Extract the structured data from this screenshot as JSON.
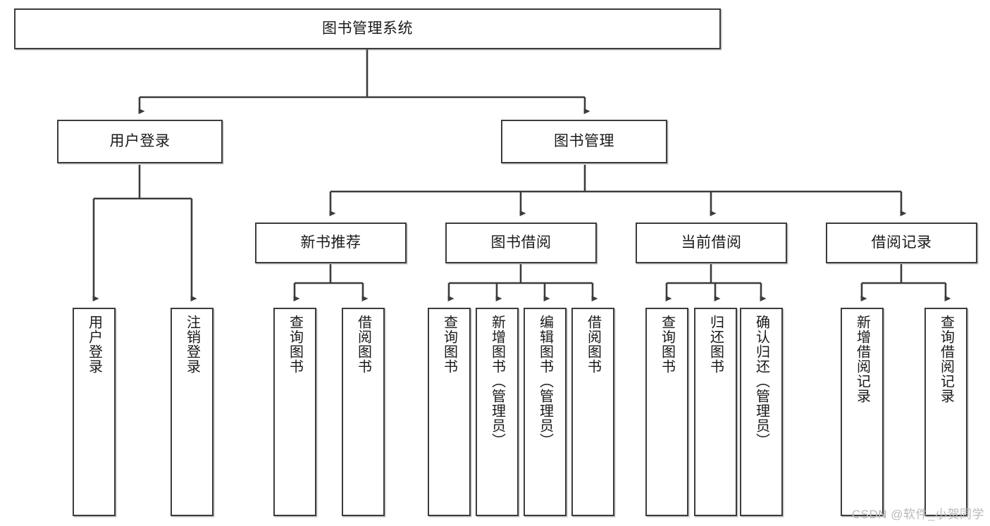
{
  "diagram": {
    "title": "图书管理系统",
    "type": "tree-hierarchy-functional-decomposition",
    "colors": {
      "stroke": "#3c3c3c",
      "fill": "#ffffff",
      "text": "#1a1a1a",
      "watermark": "#b9b9b9"
    },
    "nodes": {
      "root": {
        "label": "图书管理系统",
        "level": 1
      },
      "level2": [
        {
          "id": "user-login",
          "label": "用户登录"
        },
        {
          "id": "book-management",
          "label": "图书管理"
        }
      ],
      "level3": [
        {
          "id": "new-book-recommend",
          "label": "新书推荐"
        },
        {
          "id": "book-borrow",
          "label": "图书借阅"
        },
        {
          "id": "current-borrow",
          "label": "当前借阅"
        },
        {
          "id": "borrow-record",
          "label": "借阅记录"
        }
      ],
      "leaves": {
        "user-login": [
          {
            "id": "leaf-user-login",
            "label": "用户登录"
          },
          {
            "id": "leaf-logout-login",
            "label": "注销登录"
          }
        ],
        "new-book-recommend": [
          {
            "id": "leaf-query-book-1",
            "label": "查询图书"
          },
          {
            "id": "leaf-borrow-book-1",
            "label": "借阅图书"
          }
        ],
        "book-borrow": [
          {
            "id": "leaf-query-book-2",
            "label": "查询图书"
          },
          {
            "id": "leaf-add-book",
            "label": "新增图书（管理员）"
          },
          {
            "id": "leaf-edit-book",
            "label": "编辑图书（管理员）"
          },
          {
            "id": "leaf-borrow-book-2",
            "label": "借阅图书"
          }
        ],
        "current-borrow": [
          {
            "id": "leaf-query-book-3",
            "label": "查询图书"
          },
          {
            "id": "leaf-return-book",
            "label": "归还图书"
          },
          {
            "id": "leaf-confirm-return",
            "label": "确认归还（管理员）"
          }
        ],
        "borrow-record": [
          {
            "id": "leaf-add-record",
            "label": "新增借阅记录"
          },
          {
            "id": "leaf-query-record",
            "label": "查询借阅记录"
          }
        ]
      }
    },
    "watermark": "CSDN @软件_小贺同学"
  }
}
